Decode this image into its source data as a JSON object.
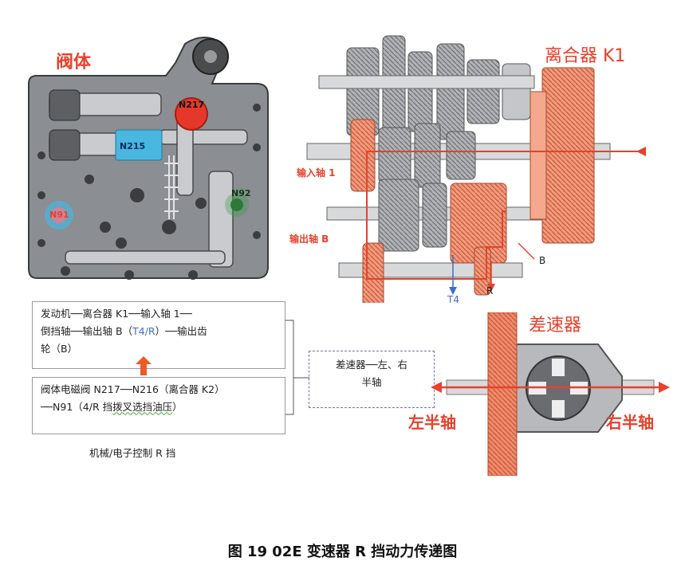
{
  "valve_body": {
    "title": "阀体",
    "solenoids": {
      "n217": "N217",
      "n215": "N215",
      "n92": "N92",
      "n91": "N91"
    }
  },
  "flow_text": {
    "line1": "发动机──离合器 K1──输入轴 1──",
    "line2_a": "倒挡轴──输出轴 B（",
    "line2_b": "T4/R",
    "line2_c": "）──输出齿",
    "line3": "轮（B）"
  },
  "control_text": {
    "line1": "阀体电磁阀 N217──N216（离合器 K2）",
    "line2_a": "──N91（4/R 挡",
    "line2_b": "拨叉选挡油压",
    "line2_c": "）"
  },
  "diff_text": {
    "line1": "差速器──左、右",
    "line2": "半轴"
  },
  "small_caption": "机械/电子控制 R 挡",
  "gearbox": {
    "clutch_label": "离合器 K1",
    "input_shaft_label": "输入轴 1",
    "output_shaft_label": "输出轴 B",
    "t4_label": "T4",
    "r_label": "R",
    "b_label": "B"
  },
  "differential": {
    "title": "差速器",
    "left_label": "左半轴",
    "right_label": "右半轴"
  },
  "figure_caption": "图 19 02E 变速器 R 挡动力传递图",
  "colors": {
    "accent_red": "#e8412c",
    "salmon": "#f08a6a",
    "solenoid_red": "#e6382a",
    "solenoid_blue": "#49b7e0",
    "solenoid_green": "#3e9a4a",
    "flow_blue": "#3d6ec4",
    "metal": "#a8a8a8"
  }
}
